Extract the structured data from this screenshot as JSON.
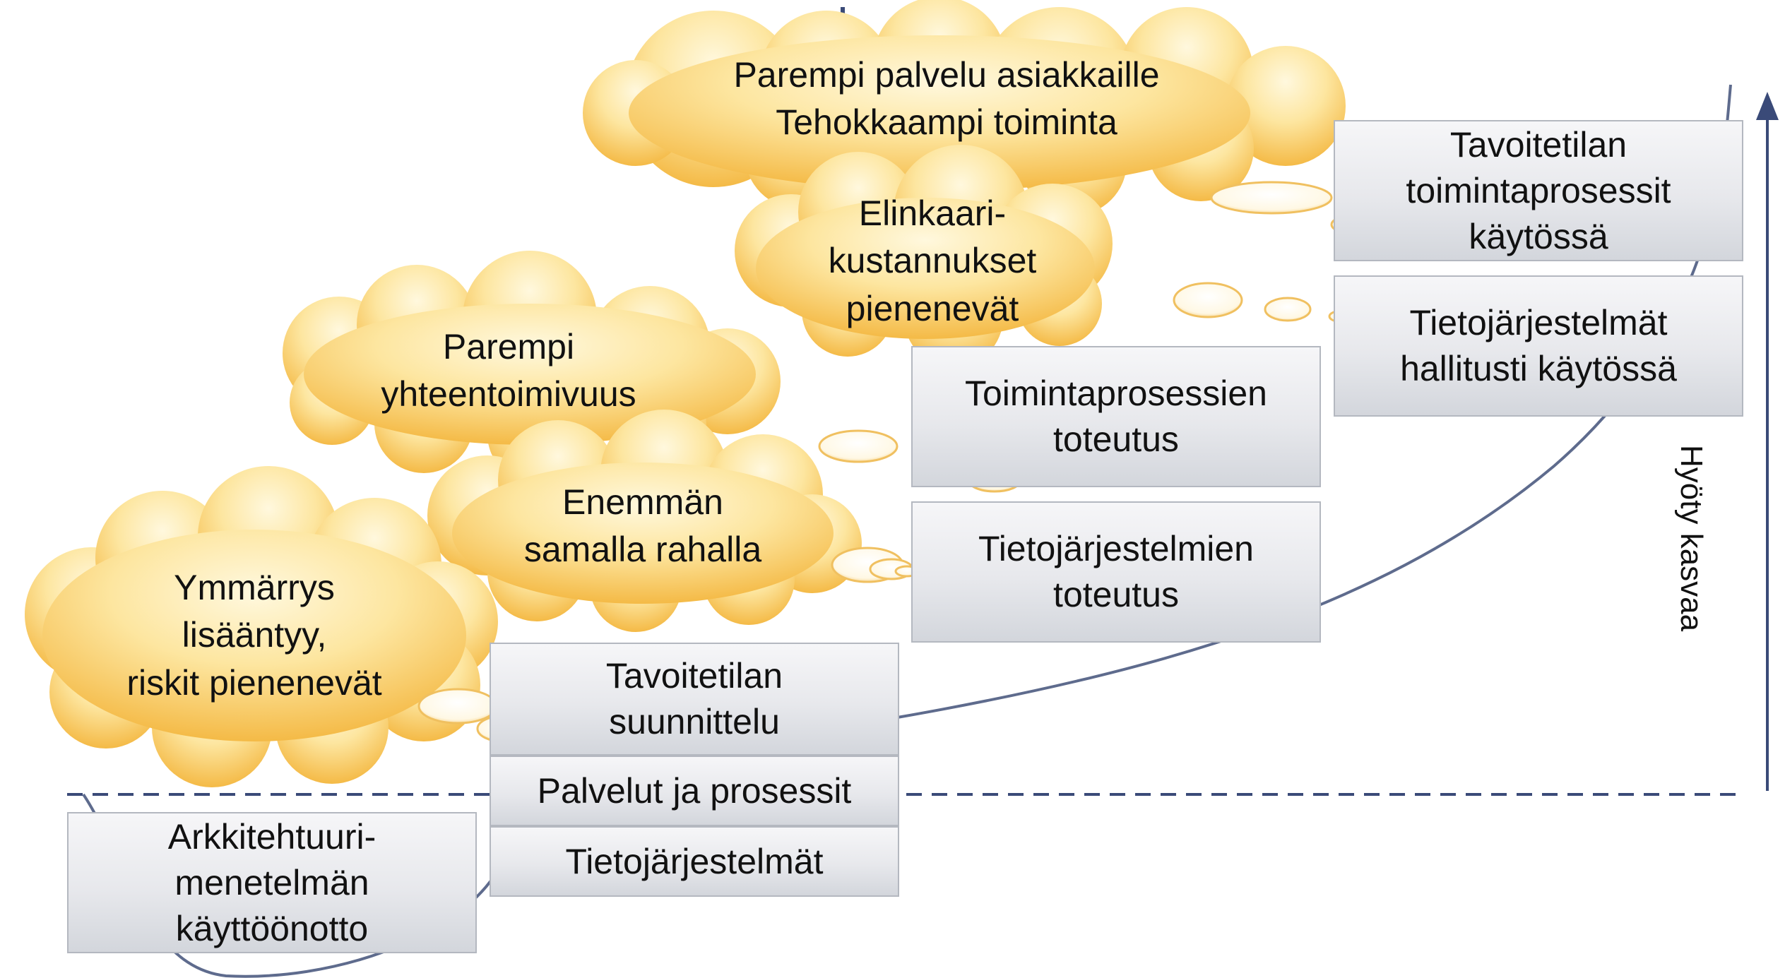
{
  "axis_label": "Hyöty kasvaa",
  "clouds": {
    "palvelu": "Parempi palvelu asiakkaille\nTehokkaampi toiminta",
    "elinkaari": "Elinkaari-\nkustannukset\npienenevät",
    "yhteentoimivuus": "Parempi\nyhteentoimivuus",
    "enemman": "Enemmän\nsamalla rahalla",
    "ymmarrys": "Ymmärrys\nlisääntyy,\nriskit pienenevät"
  },
  "boxes": {
    "kayttoonotto": "Arkkitehtuuri-\nmenetelmän\nkäyttöönotto",
    "suunnittelu": "Tavoitetilan\nsuunnittelu",
    "palvelut": "Palvelut ja prosessit",
    "tietojarjestelmat": "Tietojärjestelmät",
    "tj_toteutus": "Tietojärjestelmien\ntoteutus",
    "tp_toteutus": "Toimintaprosessien\ntoteutus",
    "tj_hallitusti": "Tietojärjestelmät\nhallitusti käytössä",
    "tp_kaytossa": "Tavoitetilan\ntoimintaprosessit\nkäytössä"
  },
  "colors": {
    "cloud_light": "#fff6d6",
    "cloud_dark": "#f5b93a",
    "curve": "#5e6b8d",
    "box_border": "#b4b8c0"
  }
}
